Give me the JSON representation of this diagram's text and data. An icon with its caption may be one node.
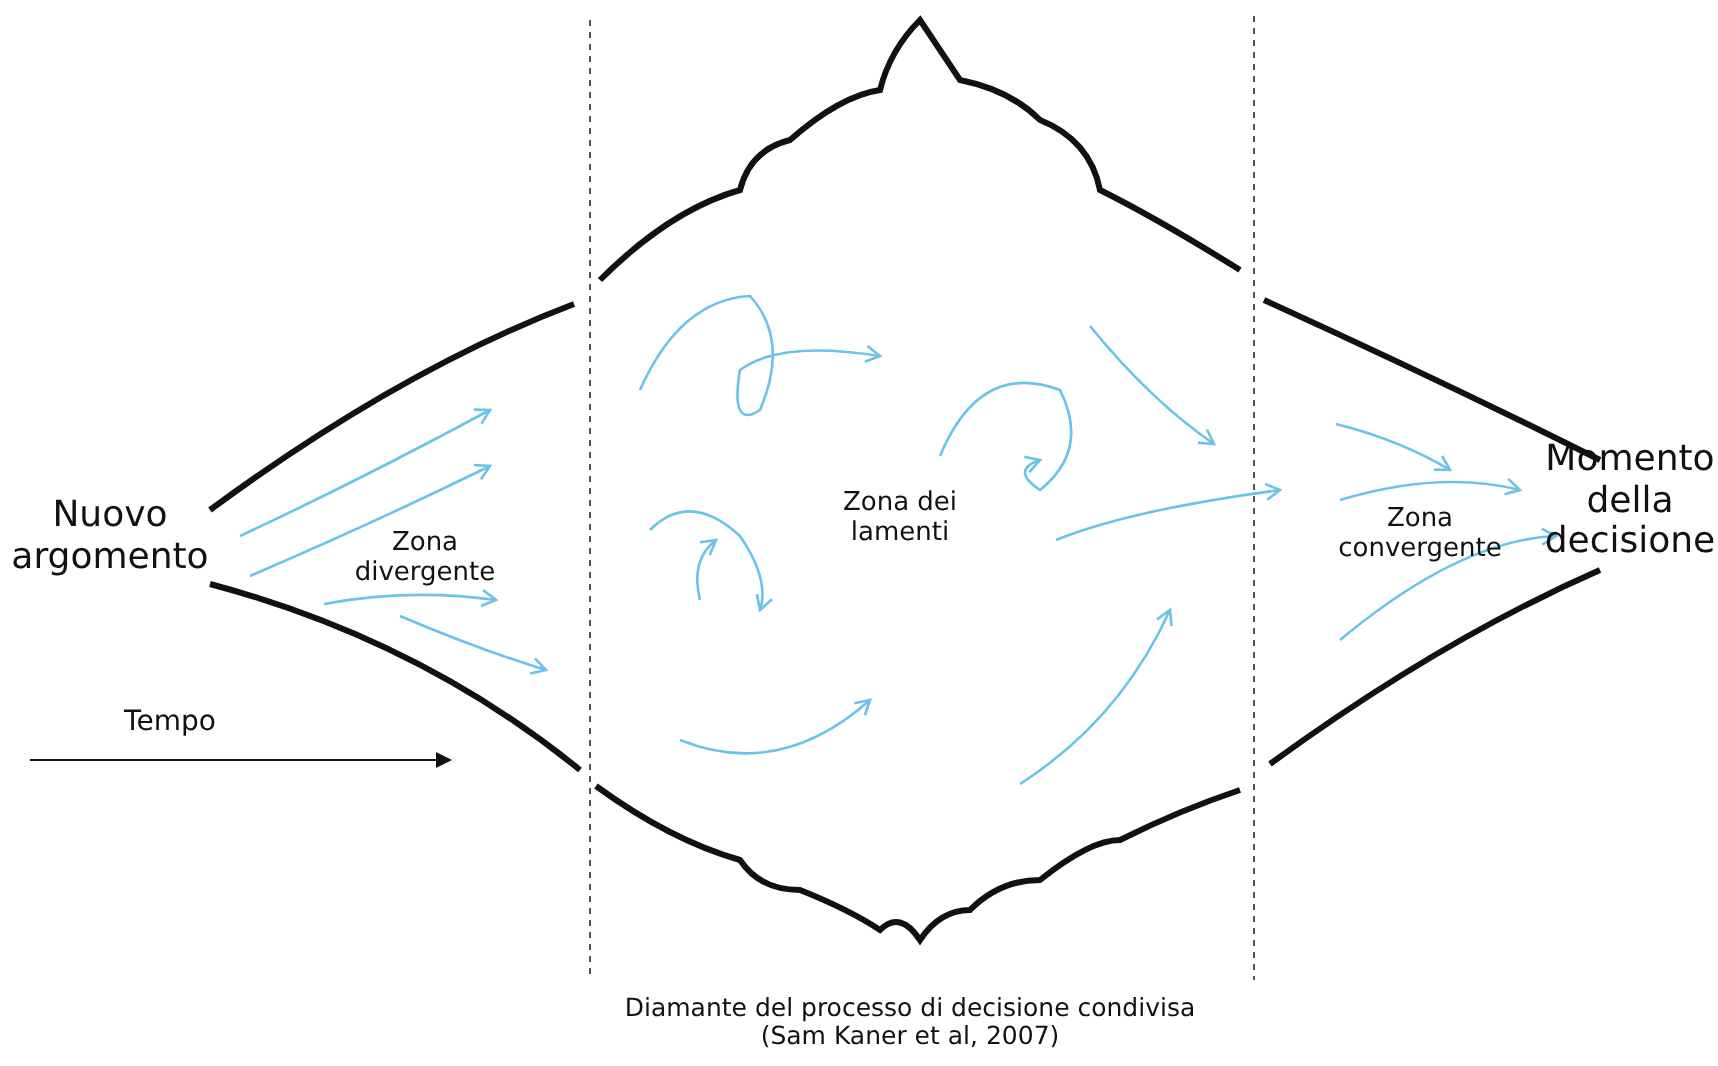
{
  "diagram": {
    "caption": "Diamante del processo di decisione condivisa (Sam Kaner et al, 2007)",
    "labels": [
      "Nuovo argomento",
      "Zona divergente",
      "Zona dei lamenti",
      "Zona convergente",
      "Momento della decisione",
      "Tempo"
    ]
  }
}
